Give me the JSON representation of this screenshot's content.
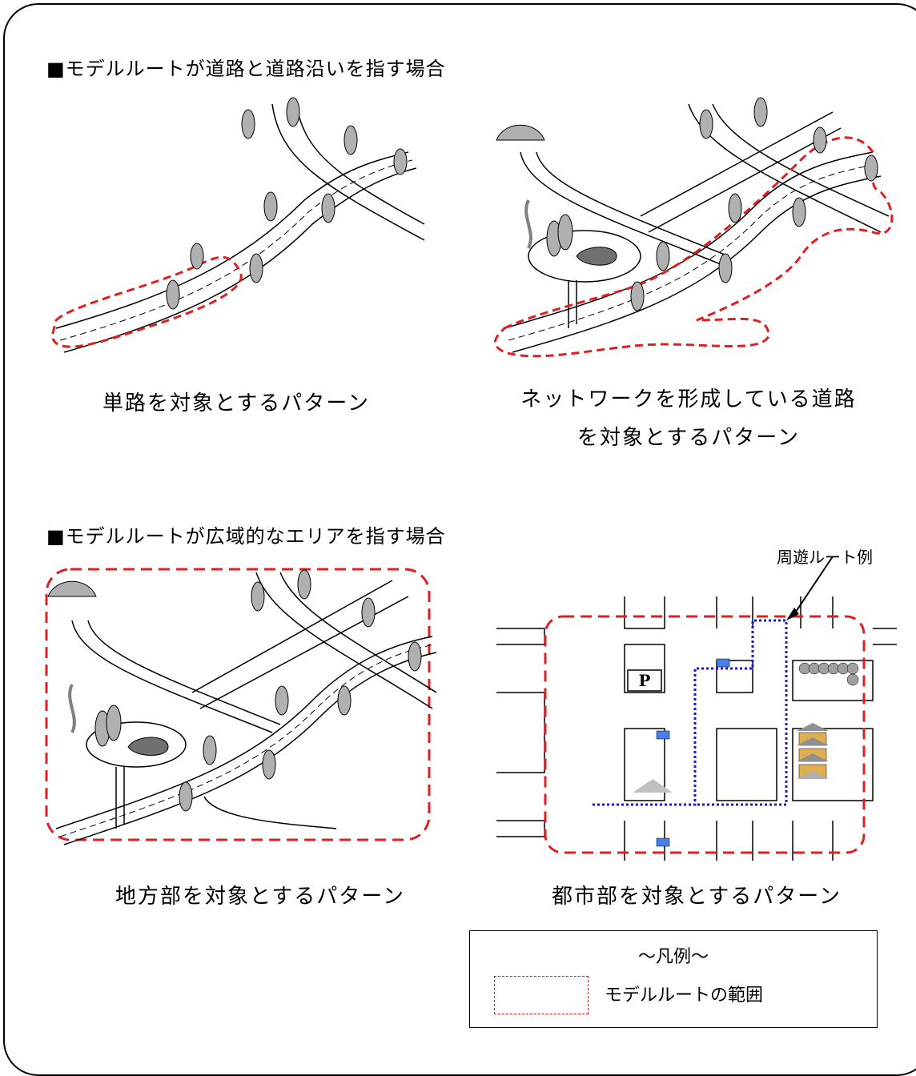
{
  "sections": {
    "road_heading": "■モデルルートが道路と道路沿いを指す場合",
    "area_heading": "■モデルルートが広域的なエリアを指す場合"
  },
  "captions": {
    "single_road": "単路を対象とするパターン",
    "network_line1": "ネットワークを形成している道路",
    "network_line2": "を対象とするパターン",
    "rural": "地方部を対象とするパターン",
    "urban": "都市部を対象とするパターン"
  },
  "urban_map": {
    "route_example_label": "周遊ルート例",
    "parking_label": "P"
  },
  "legend": {
    "title": "〜凡例〜",
    "model_route_label": "モデルルートの範囲"
  },
  "colors": {
    "model_route_boundary": "#e02020",
    "tour_route": "#1a1acc",
    "tree": "#b0b0b0",
    "pond": "#707070"
  }
}
